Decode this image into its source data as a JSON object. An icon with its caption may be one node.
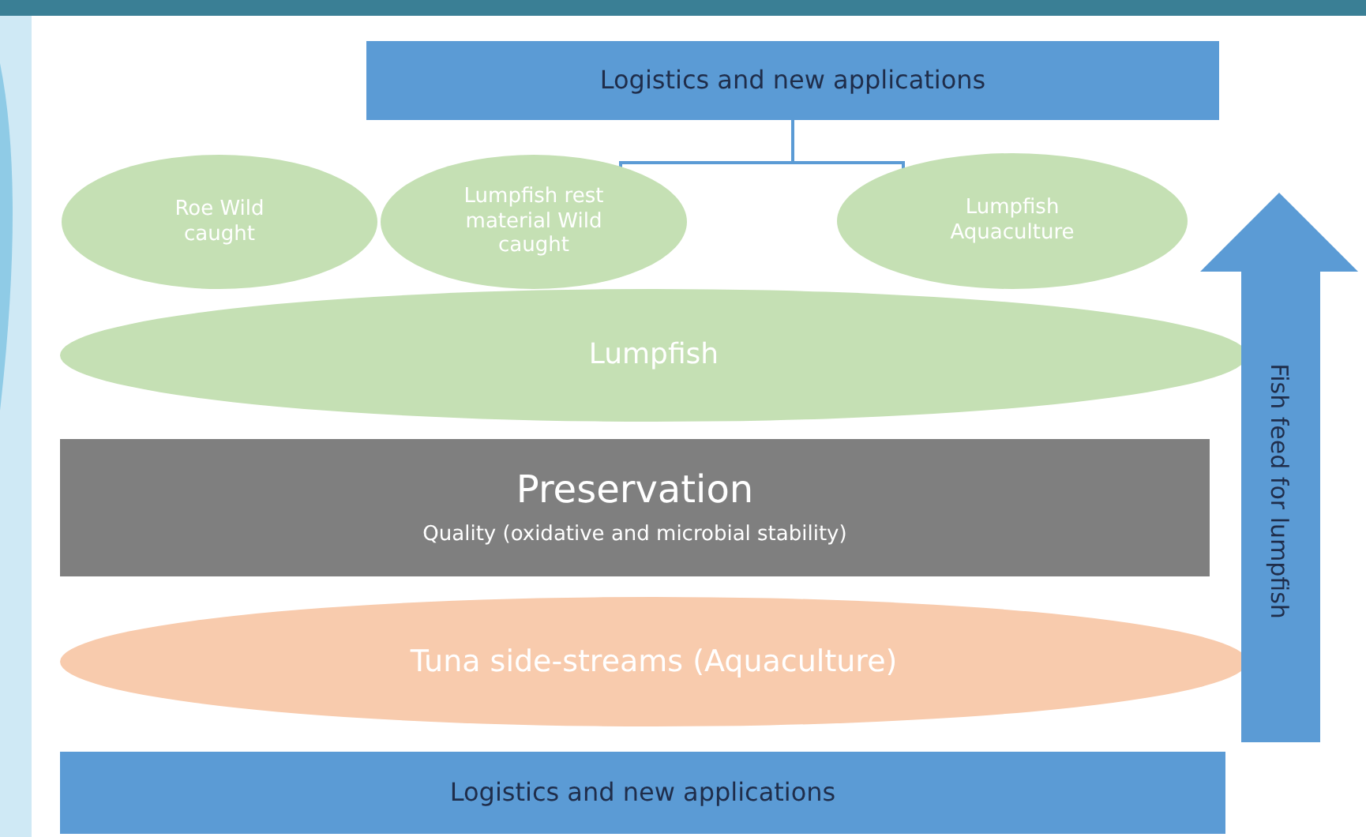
{
  "diagram": {
    "nodes": [
      {
        "text": [
          "Logistics and new applications"
        ]
      },
      {
        "text": [
          "Roe Wild caught"
        ]
      },
      {
        "text": [
          "Lumpfish rest material Wild caught"
        ]
      },
      {
        "text": [
          "Lumpfish Aquaculture"
        ]
      },
      {
        "text": [
          "Lumpfish"
        ]
      },
      {
        "text": [
          "Preservation",
          "Quality (oxidative and microbial stability)"
        ]
      },
      {
        "text": [
          "Tuna side-streams (Aquaculture)"
        ]
      },
      {
        "text": [
          "Logistics and new applications"
        ]
      },
      {
        "text": [
          "Fish feed for lumpfish"
        ]
      }
    ],
    "edges": [
      {
        "from": 0,
        "to": 2,
        "arrow": "none"
      },
      {
        "from": 0,
        "to": 3,
        "arrow": "none"
      }
    ]
  }
}
